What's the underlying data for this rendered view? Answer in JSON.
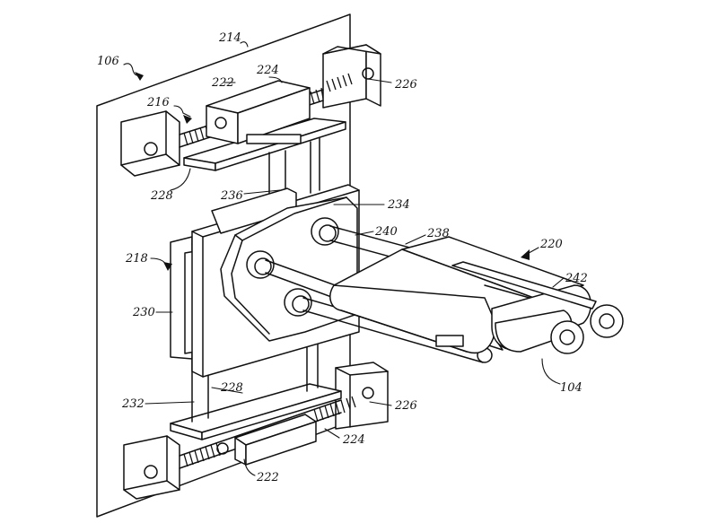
{
  "figure": {
    "labels": {
      "l106": "106",
      "l214": "214",
      "l224a": "224",
      "l222a": "222",
      "l226a": "226",
      "l216": "216",
      "l228a": "228",
      "l236": "236",
      "l234": "234",
      "l240": "240",
      "l238": "238",
      "l220": "220",
      "l218": "218",
      "l242": "242",
      "l230": "230",
      "l104": "104",
      "l228b": "228",
      "l232": "232",
      "l226b": "226",
      "l224b": "224",
      "l222b": "222"
    }
  }
}
